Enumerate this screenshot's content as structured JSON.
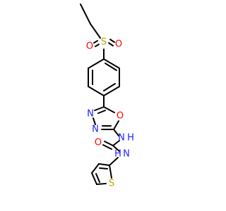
{
  "molecule": {
    "atom_colors": {
      "S": "#b8a300",
      "O": "#ff0000",
      "N": "#1f1fff",
      "C": "#000000"
    },
    "atoms": {
      "sulfonyl_s": "S",
      "sulfonyl_o_left": "O",
      "sulfonyl_o_right": "O",
      "oxadiazole_o": "O",
      "oxadiazole_n_upper": "N",
      "oxadiazole_n_lower": "N",
      "amine_nh_upper": "N",
      "amine_h_upper": "H",
      "carbonyl_o": "O",
      "amine_nh_lower": "N",
      "amine_h_lower": "H",
      "thiophene_s": "S"
    }
  }
}
